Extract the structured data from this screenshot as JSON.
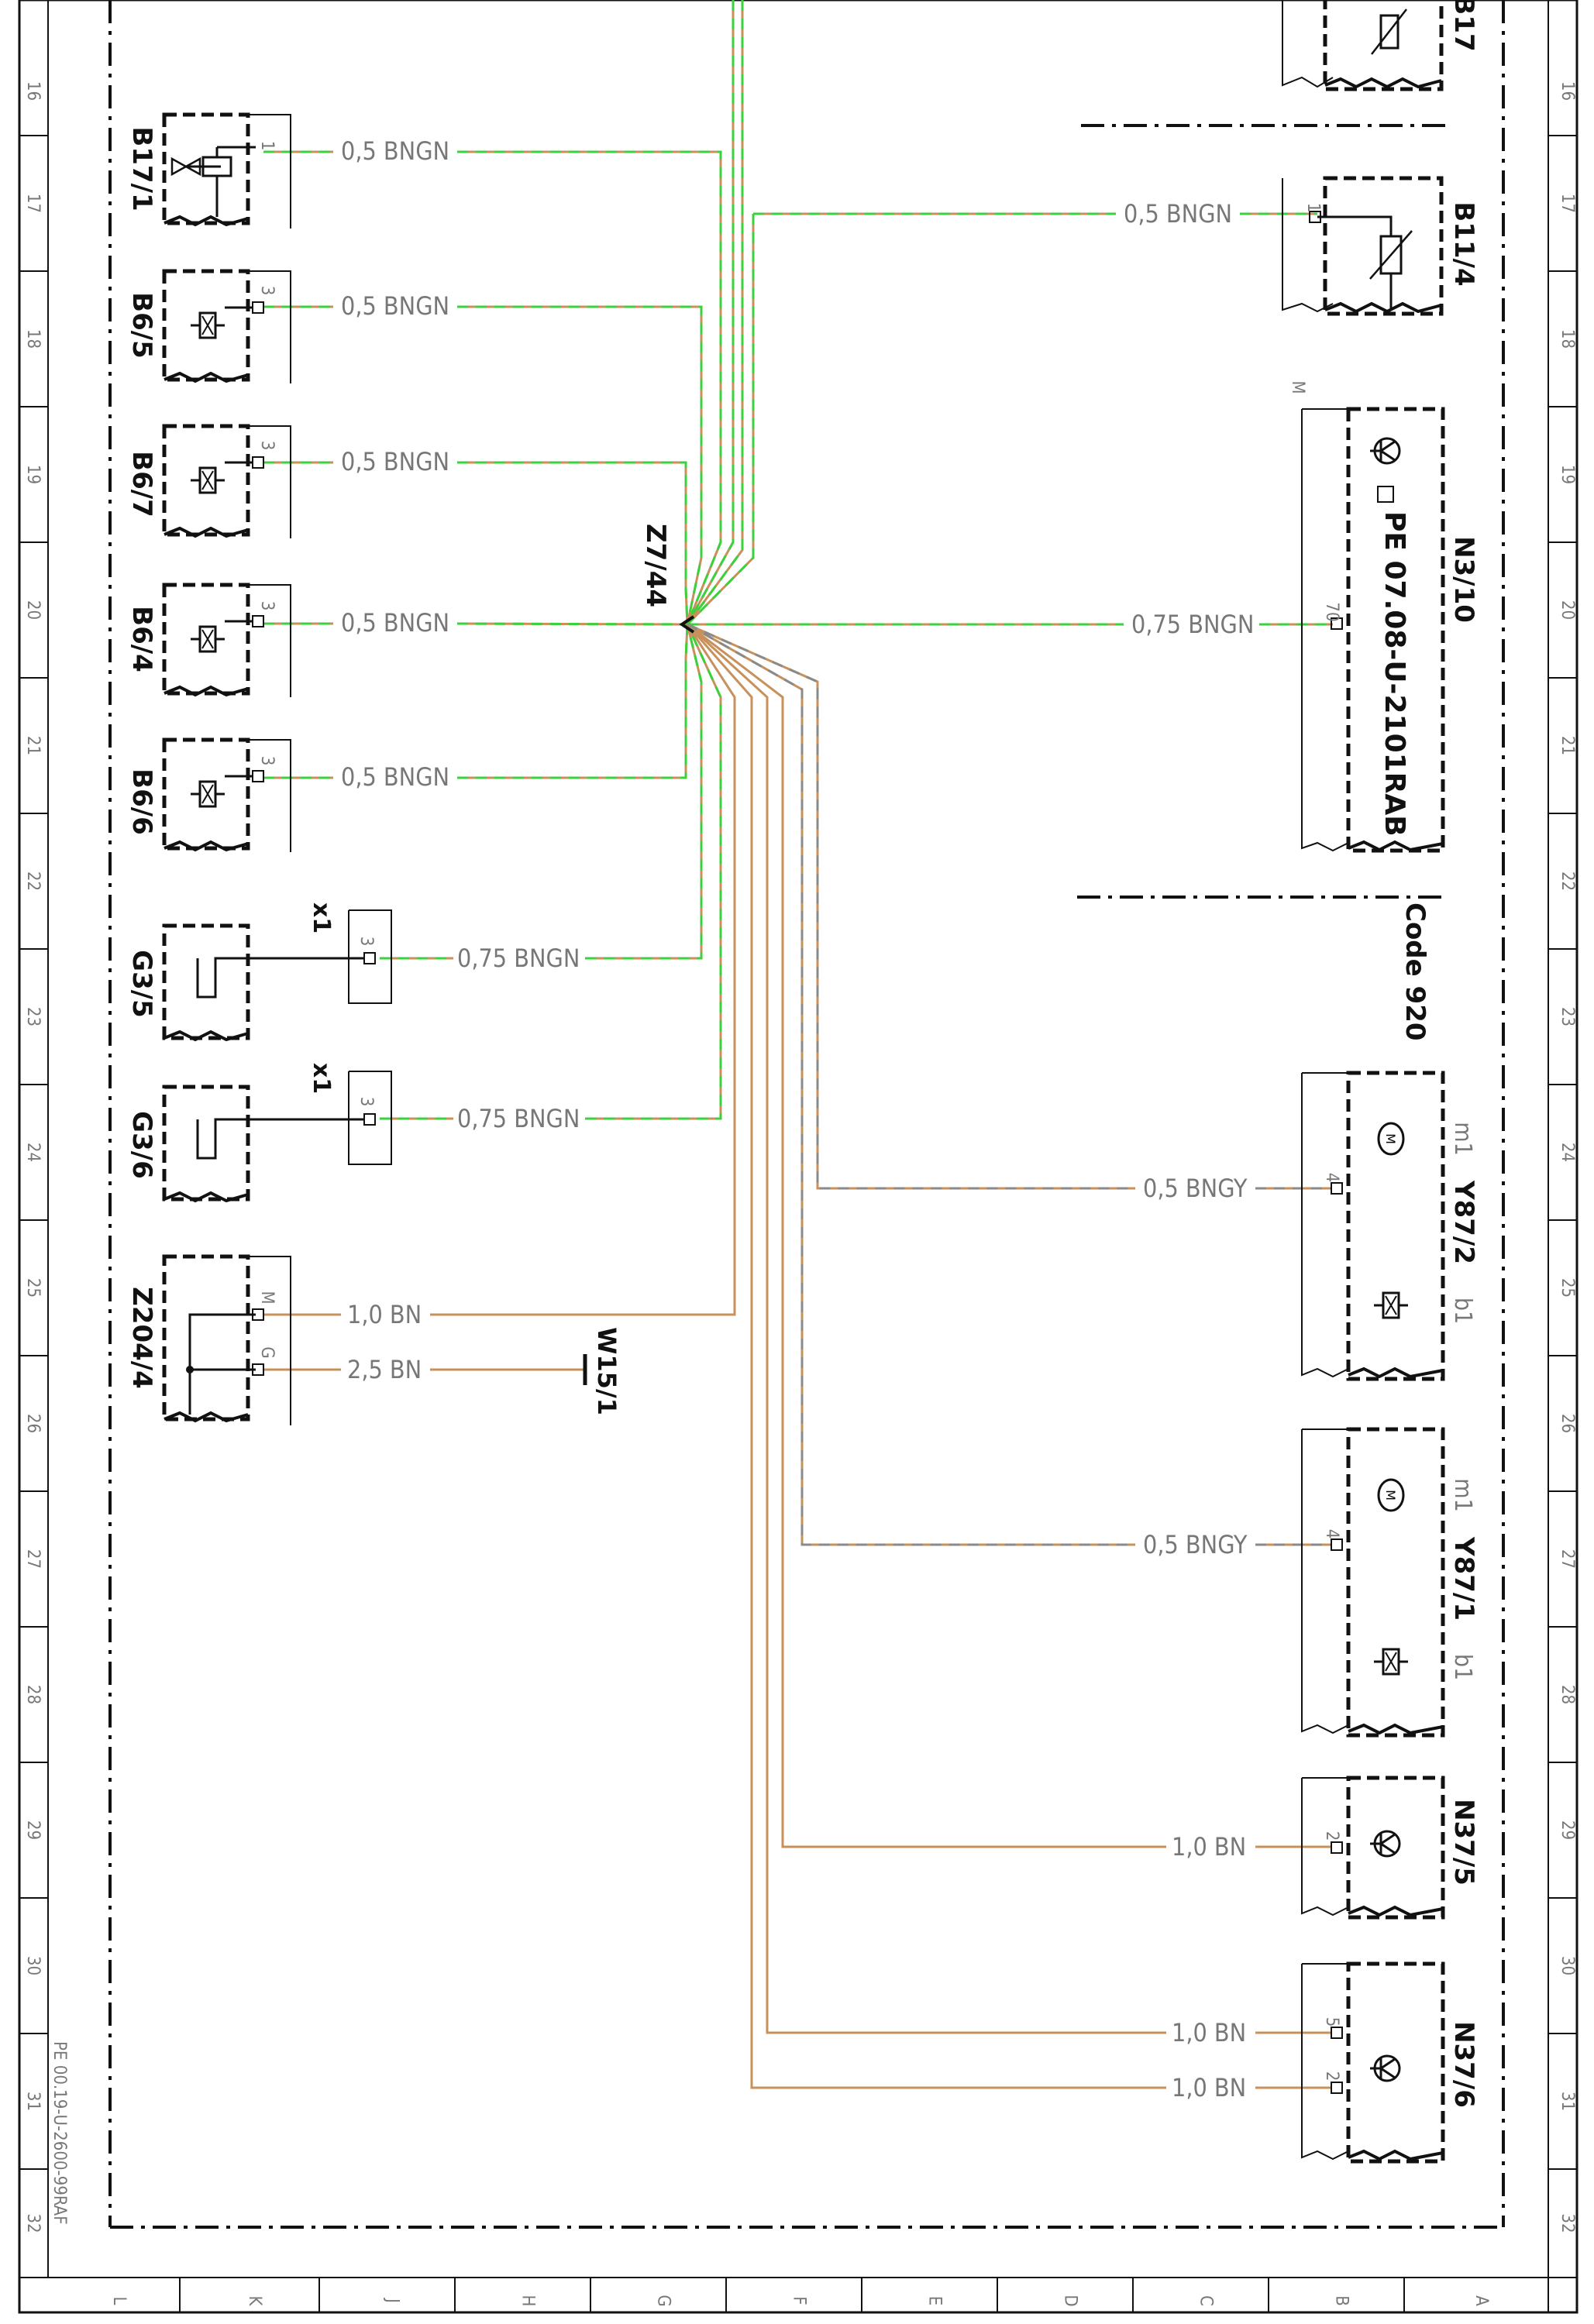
{
  "title_left": "PE 00.19-U-2600-99RAF",
  "title_right": "PE 07.08-U-2101RAB",
  "code_label": "Code 920",
  "splice": "Z7/44",
  "ground_point": "W15/1",
  "row_numbers": [
    "16",
    "17",
    "18",
    "19",
    "20",
    "21",
    "22",
    "23",
    "24",
    "25",
    "26",
    "27",
    "28",
    "29",
    "30",
    "31",
    "32"
  ],
  "column_letters": [
    "L",
    "K",
    "J",
    "H",
    "G",
    "F",
    "E",
    "D",
    "C",
    "B",
    "A"
  ],
  "left_components": [
    {
      "id": "B17/1",
      "pin": "1",
      "wire": "0,5 BNGN"
    },
    {
      "id": "B6/5",
      "pin": "3",
      "wire": "0,5 BNGN"
    },
    {
      "id": "B6/7",
      "pin": "3",
      "wire": "0,5 BNGN"
    },
    {
      "id": "B6/4",
      "pin": "3",
      "wire": "0,5 BNGN"
    },
    {
      "id": "B6/6",
      "pin": "3",
      "wire": "0,5 BNGN"
    },
    {
      "id": "G3/5",
      "connector": "x1",
      "pin": "3",
      "wire": "0,75 BNGN"
    },
    {
      "id": "G3/6",
      "connector": "x1",
      "pin": "3",
      "wire": "0,75 BNGN"
    },
    {
      "id": "Z204/4",
      "pins": [
        "M",
        "G"
      ],
      "wires": [
        "1,0 BN",
        "2,5 BN"
      ]
    }
  ],
  "right_components": [
    {
      "id": "B17",
      "pin": ""
    },
    {
      "id": "B11/4",
      "pin": "1",
      "wire": "0,5 BNGN"
    },
    {
      "id": "N3/10",
      "pin": "70",
      "pin_extra": "M",
      "wire": "0,75 BNGN"
    },
    {
      "id": "Y87/2",
      "sub": [
        "m1",
        "b1"
      ],
      "pin": "4",
      "wire": "0,5 BNGY"
    },
    {
      "id": "Y87/1",
      "sub": [
        "m1",
        "b1"
      ],
      "pin": "4",
      "wire": "0,5 BNGY"
    },
    {
      "id": "N37/5",
      "pin": "2",
      "wire": "1,0 BN"
    },
    {
      "id": "N37/6",
      "pins": [
        "5",
        "2"
      ],
      "wires": [
        "1,0 BN",
        "1,0 BN"
      ]
    }
  ],
  "colors": {
    "BNGN_a": "#c8905a",
    "BNGN_b": "#3ad23a",
    "BN": "#c8905a",
    "GY": "#8a8a8a",
    "frame": "#111111"
  }
}
